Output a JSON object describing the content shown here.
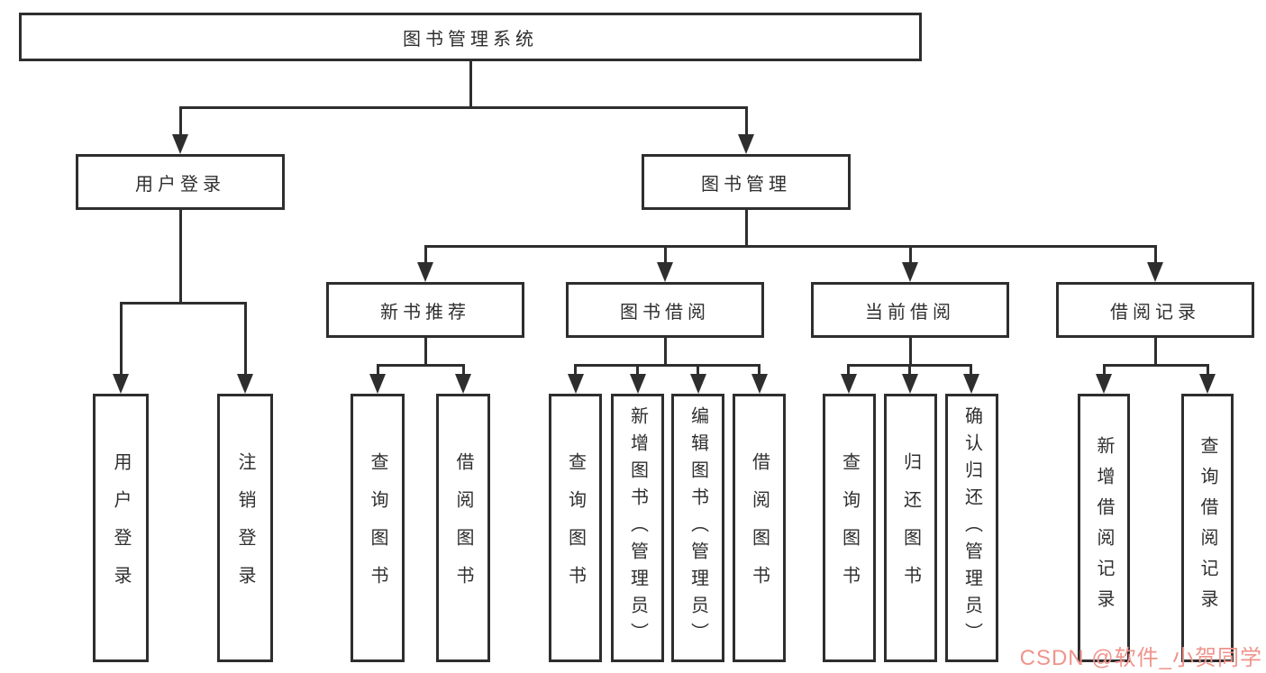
{
  "root": {
    "label": "图书管理系统"
  },
  "branches": [
    {
      "label": "用户登录",
      "children": [
        {
          "label": "用户登录"
        },
        {
          "label": "注销登录"
        }
      ]
    },
    {
      "label": "图书管理",
      "children": [
        {
          "label": "新书推荐",
          "children": [
            {
              "label": "查询图书"
            },
            {
              "label": "借阅图书"
            }
          ]
        },
        {
          "label": "图书借阅",
          "children": [
            {
              "label": "查询图书"
            },
            {
              "label": "新增图书（管理员）"
            },
            {
              "label": "编辑图书（管理员）"
            },
            {
              "label": "借阅图书"
            }
          ]
        },
        {
          "label": "当前借阅",
          "children": [
            {
              "label": "查询图书"
            },
            {
              "label": "归还图书"
            },
            {
              "label": "确认归还（管理员）"
            }
          ]
        },
        {
          "label": "借阅记录",
          "children": [
            {
              "label": "新增借阅记录"
            },
            {
              "label": "查询借阅记录"
            }
          ]
        }
      ]
    }
  ],
  "watermark": "CSDN @软件_小贺同学",
  "colors": {
    "background": "#ffffff",
    "line": "#2e2e2e",
    "box_border": "#2e2e2e",
    "text": "#2f2f2f",
    "watermark": "#ef948c"
  }
}
